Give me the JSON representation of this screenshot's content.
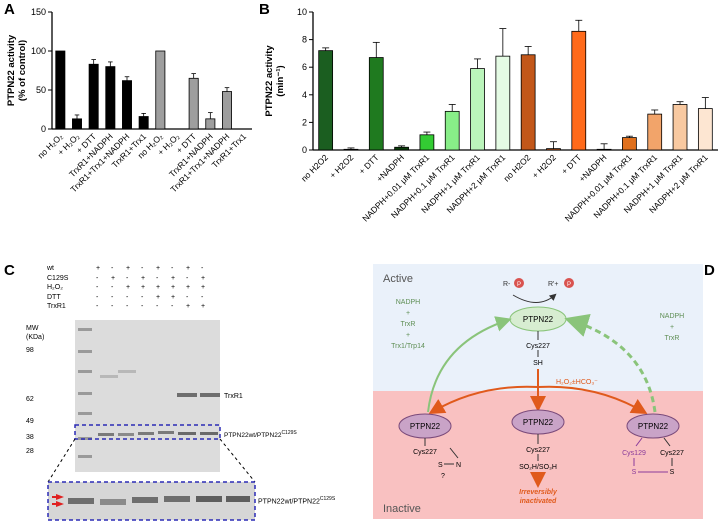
{
  "panels": {
    "a": "A",
    "b": "B",
    "c": "C",
    "d": "D"
  },
  "chart_data": [
    {
      "type": "bar",
      "ylabel": "PTPN22 activity\n(% of control)",
      "ylim": [
        0,
        150
      ],
      "yticks": [
        "0",
        "50",
        "100",
        "150"
      ],
      "categories": [
        "no H₂O₂",
        "+ H₂O₂",
        "+ DTT",
        "TrxR1+NADPH",
        "TrxR1+Trx1+NADPH",
        "TrxR1+Trx1",
        "no H₂O₂",
        "+ H₂O₂",
        "+ DTT",
        "TrxR1+NADPH",
        "TrxR1+Trx1+NADPH",
        "TrxR1+Trx1"
      ],
      "values": [
        100,
        13,
        83,
        80,
        62,
        16,
        100,
        0,
        65,
        13,
        48,
        0
      ],
      "errors": [
        0,
        5,
        6,
        6,
        5,
        4,
        0,
        0,
        6,
        8,
        5,
        0
      ],
      "colors": [
        "#000000",
        "#000000",
        "#000000",
        "#000000",
        "#000000",
        "#000000",
        "#9e9e9e",
        "#9e9e9e",
        "#9e9e9e",
        "#9e9e9e",
        "#9e9e9e",
        "#9e9e9e"
      ]
    },
    {
      "type": "bar",
      "ylabel": "PTPN22 activity\n(min⁻¹)",
      "ylim": [
        0,
        10
      ],
      "yticks": [
        "0",
        "2",
        "4",
        "6",
        "8",
        "10"
      ],
      "categories": [
        "no H2O2",
        "+ H2O2",
        "+ DTT",
        "+NADPH",
        "NADPH+0.01 μM TrxR1",
        "NADPH+0.1 μM TrxR1",
        "NADPH+1 μM TrxR1",
        "NADPH+2 μM TrxR1",
        "no H2O2",
        "+ H2O2",
        "+ DTT",
        "+NADPH",
        "NADPH+0.01 μM TrxR1",
        "NADPH+0.1 μM TrxR1",
        "NADPH+1 μM TrxR1",
        "NADPH+2 μM TrxR1"
      ],
      "values": [
        7.2,
        0.05,
        6.7,
        0.2,
        1.1,
        2.8,
        5.9,
        6.8,
        6.9,
        0.1,
        8.6,
        0.05,
        0.9,
        2.6,
        3.3,
        3.0
      ],
      "errors": [
        0.2,
        0.1,
        1.1,
        0.1,
        0.2,
        0.5,
        0.7,
        2.0,
        0.6,
        0.5,
        0.8,
        0.4,
        0.1,
        0.3,
        0.2,
        0.8
      ],
      "colors": [
        "#1b5e20",
        "#1b5e20",
        "#1f7a1f",
        "#0a3d0a",
        "#33cc33",
        "#88ee88",
        "#bbf5bb",
        "#e4fbe4",
        "#c2571a",
        "#c2571a",
        "#ff6a1a",
        "#7a2e00",
        "#e0701c",
        "#f2a46a",
        "#f8c9a1",
        "#fde6d2"
      ]
    }
  ],
  "gel": {
    "header_labels": [
      "wt",
      "C129S",
      "H₂O₂",
      "DTT",
      "TrxR1"
    ],
    "header_signs": [
      [
        "+",
        "-",
        "+",
        "-",
        "+",
        "-",
        "+",
        "-"
      ],
      [
        "-",
        "+",
        "-",
        "+",
        "-",
        "+",
        "-",
        "+"
      ],
      [
        "-",
        "-",
        "+",
        "+",
        "+",
        "+",
        "+",
        "+"
      ],
      [
        "-",
        "-",
        "-",
        "-",
        "+",
        "+",
        "-",
        "-"
      ],
      [
        "-",
        "-",
        "-",
        "-",
        "-",
        "-",
        "+",
        "+"
      ]
    ],
    "mw_title": "MW\n(KDa)",
    "mw_markers": [
      "98",
      "62",
      "49",
      "38",
      "28"
    ],
    "band_trxr1": "TrxR1",
    "band_ptpn22": "PTPN22wt/PTPN22",
    "band_sup": "C129S",
    "zoom_label": "PTPN22wt/PTPN22",
    "zoom_sup": "C129S"
  },
  "diagram": {
    "active": "Active",
    "inactive": "Inactive",
    "substrate": "R-",
    "product": "R'+",
    "p": "P",
    "center_node": "PTPN22",
    "cys_sh_1": "Cys227",
    "cys_sh_2": "SH",
    "oxidant": "H₂O₂±HCO₃⁻",
    "left_reductant": "NADPH\n+\nTrxR\n+\nTrx1/Trp14",
    "right_reductant": "NADPH\n+\nTrxR",
    "left_node": "PTPN22",
    "left_cys": "Cys227",
    "left_s": "S",
    "left_n": "N",
    "left_q": "?",
    "mid_node": "PTPN22",
    "mid_cys": "Cys227",
    "mid_ox": "SO₂H/SO₃H",
    "irreversible": "Irreversibly\ninactivated",
    "right_node": "PTPN22",
    "right_cys129": "Cys129",
    "right_cys227": "Cys227",
    "right_s1": "S",
    "right_s2": "S"
  }
}
